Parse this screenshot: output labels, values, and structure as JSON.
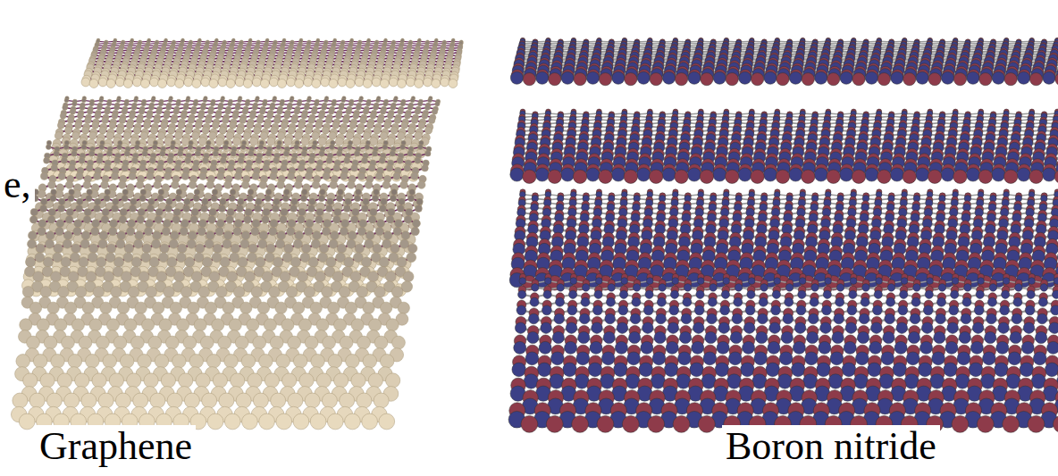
{
  "diagram": {
    "labels": [
      "e,",
      "Graphene",
      "Boron nitride"
    ]
  }
}
